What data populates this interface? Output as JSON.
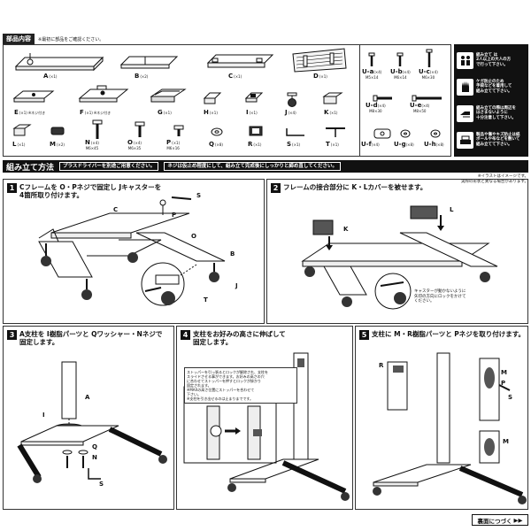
{
  "parts_header": {
    "tag": "部品内容",
    "note": "※最初に部品をご確認ください。"
  },
  "parts": [
    {
      "letter": "A",
      "qty": "(×1)"
    },
    {
      "letter": "B",
      "qty": "(×2)"
    },
    {
      "letter": "C",
      "qty": "(×1)"
    },
    {
      "letter": "D",
      "qty": "(×1)"
    },
    {
      "letter": "E",
      "qty": "(×1)",
      "note": "※ネジ付き"
    },
    {
      "letter": "F",
      "qty": "(×1)",
      "note": "※ネジ付き"
    },
    {
      "letter": "G",
      "qty": "(×1)"
    },
    {
      "letter": "H",
      "qty": "(×1)"
    },
    {
      "letter": "I",
      "qty": "(×1)"
    },
    {
      "letter": "J",
      "qty": "(×4)"
    },
    {
      "letter": "K",
      "qty": "(×1)"
    },
    {
      "letter": "L",
      "qty": "(×1)"
    },
    {
      "letter": "M",
      "qty": "(×2)"
    },
    {
      "letter": "N",
      "qty": "(×4)",
      "size": "M6×45"
    },
    {
      "letter": "O",
      "qty": "(×4)",
      "size": "M6×35"
    },
    {
      "letter": "P",
      "qty": "(×1)",
      "size": "M6×16"
    },
    {
      "letter": "Q",
      "qty": "(×8)"
    },
    {
      "letter": "R",
      "qty": "(×1)"
    },
    {
      "letter": "S",
      "qty": "(×1)"
    },
    {
      "letter": "T",
      "qty": "(×1)"
    }
  ],
  "u_parts": [
    {
      "letter": "U-a",
      "qty": "(×4)",
      "size": "M5×14"
    },
    {
      "letter": "U-b",
      "qty": "(×4)",
      "size": "M6×14"
    },
    {
      "letter": "U-c",
      "qty": "(×4)",
      "size": "M6×30"
    },
    {
      "letter": "U-d",
      "qty": "(×4)",
      "size": "M8×30"
    },
    {
      "letter": "U-e",
      "qty": "(×4)",
      "size": "M8×50"
    },
    {
      "letter": "U-f",
      "qty": "(×4)"
    },
    {
      "letter": "U-g",
      "qty": "(×8)"
    },
    {
      "letter": "U-h",
      "qty": "(×8)"
    }
  ],
  "warnings": [
    "組み立て は\n2人以上の大人の方\nで行って下さい。",
    "ケガ防止のため\n手袋などを着用して\n組み立てて下さい。",
    "組み立ての際は周辺を\nはさまないように\n十分注意して下さい。",
    "製品や傷やキズ防止は紙\nボールや布などを敷いて\n組み立てて下さい。"
  ],
  "assembly": {
    "title": "組み立て方法",
    "chip1": "プラスドライバーを別途ご用意ください。",
    "chip2": "ネジは仮止め程度にして、組み立て完成後にしっかりと締め直してください。",
    "note1": "※イラストはイメージです。",
    "note2": "実際の形状と異なる場合があります。"
  },
  "steps": [
    {
      "num": "1",
      "text": "Cフレームを O・Pネジで固定し Jキャスターを\n4箇所取り付けます。"
    },
    {
      "num": "2",
      "text": "フレームの接合部分に K・Lカバーを被せます。"
    },
    {
      "num": "3",
      "text": "A支柱を I樹脂パーツと Qワッシャー・Nネジで\n固定します。"
    },
    {
      "num": "4",
      "text": "支柱をお好みの高さに伸ばして\n固定します。"
    },
    {
      "num": "5",
      "text": "支柱に M・R樹脂パーツと Pネジを取り付けます。"
    }
  ],
  "step_labels": {
    "s1": [
      "C",
      "S",
      "P",
      "O",
      "B",
      "J",
      "T"
    ],
    "s2": [
      "K",
      "L"
    ],
    "s3": [
      "A",
      "I",
      "Q",
      "N",
      "S"
    ],
    "s5": [
      "R",
      "M",
      "P",
      "S",
      "M"
    ]
  },
  "caster_note": "キャスターが動かないように\n矢印の方向にロックをかけて\nください。",
  "step4_callout": "ストッパーを引っ張るとロックが解除され、支柱を\nスライドさせる事ができます。お好みの高さの穴\nに合わせてストッパーを押すとロックが掛かり\n固定されます。\n※MAXの高さ位置にストッパーを合わせて\n下さい。\n※支柱を引き出せるのは止まりまでです。",
  "next": "裏面につづく"
}
